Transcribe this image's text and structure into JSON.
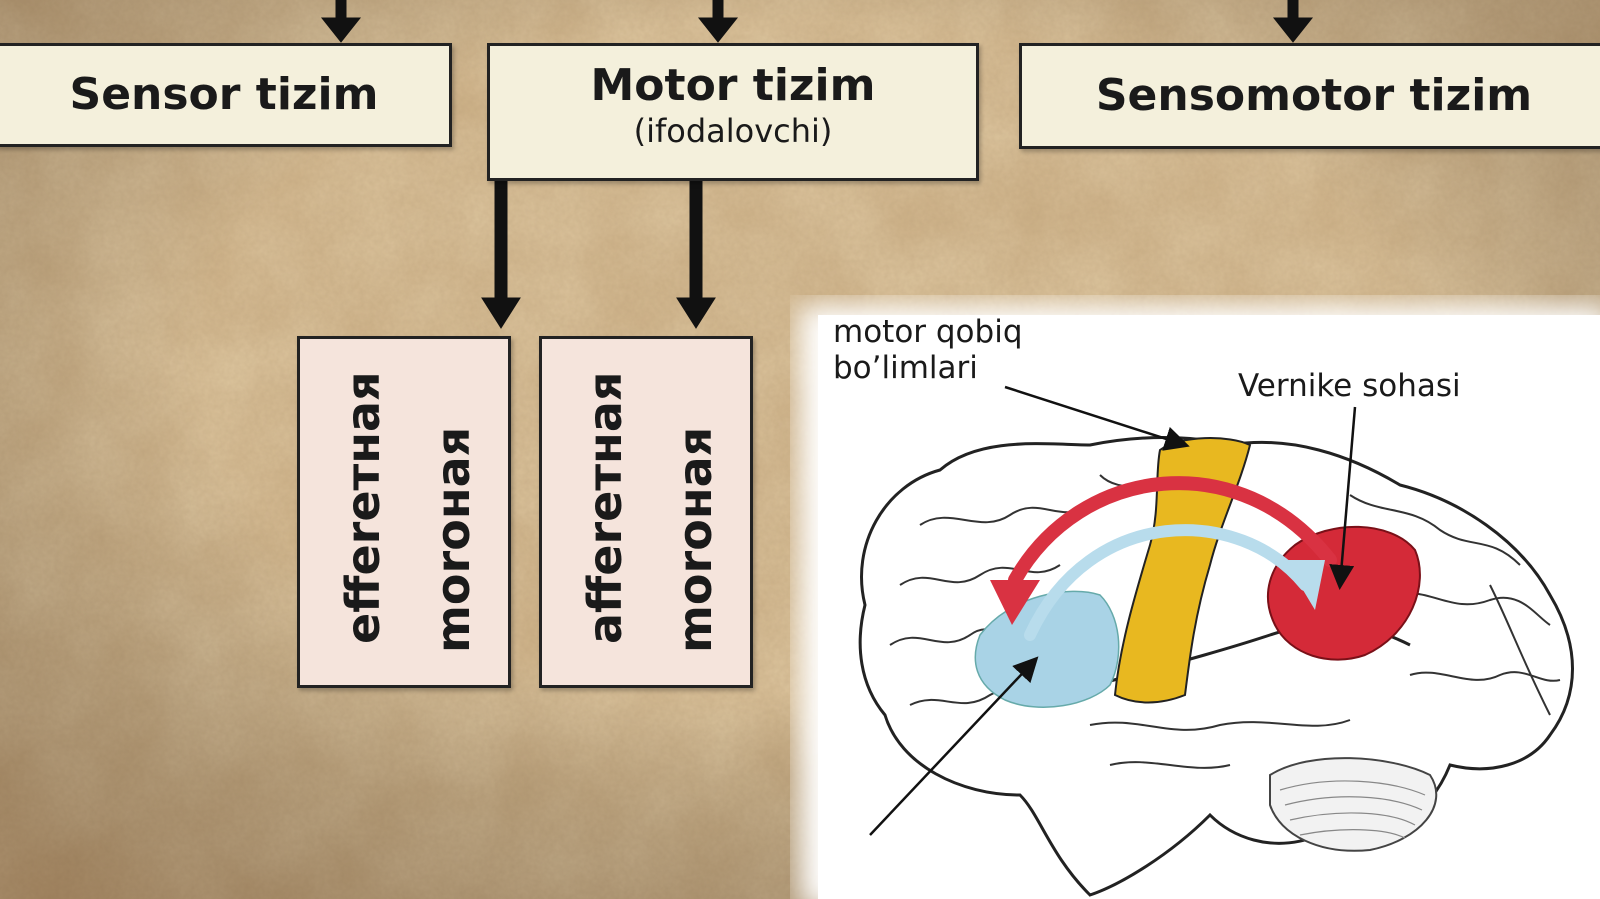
{
  "top_boxes": {
    "sensor": {
      "title": "Sensor tizim"
    },
    "motor": {
      "title": "Motor tizim",
      "subtitle": "(ifodalovchi)"
    },
    "sensomotor": {
      "title": "Sensomotor tizim"
    }
  },
  "sub_boxes": [
    {
      "line1": "efferетная",
      "line2": "moroнaя"
    },
    {
      "line1": "afferетная",
      "line2": "moroнaя"
    }
  ],
  "brain": {
    "label_motor": [
      "motor qobiq",
      "bo’limlari"
    ],
    "label_vernike": "Vernike sohasi"
  },
  "colors": {
    "box_fill": "#f4f0dc",
    "sub_box_fill": "#f5e4dc",
    "motor_area": "#e8b820",
    "broca_area": "#a9d3e6",
    "vernike_area": "#d42a38",
    "arrow_red": "#d93242",
    "arrow_blue": "#b8dcec"
  }
}
